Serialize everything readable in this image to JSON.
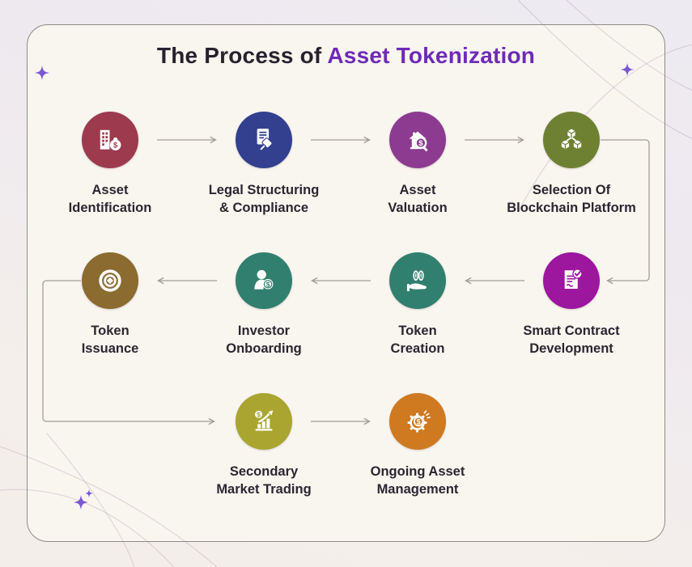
{
  "title": {
    "prefix": "The Process of ",
    "highlight": "Asset Tokenization",
    "highlight_color": "#6e2ab8",
    "text_color": "#27222e"
  },
  "glyphs": {
    "dollar": "$"
  },
  "steps": [
    {
      "id": "asset-identification",
      "line1": "Asset",
      "line2": "Identification",
      "color": "#9D3A4D",
      "icon": "building-money-bag-icon"
    },
    {
      "id": "legal-structuring-compliance",
      "line1": "Legal Structuring",
      "line2": "& Compliance",
      "color": "#32408F",
      "icon": "document-gavel-icon"
    },
    {
      "id": "asset-valuation",
      "line1": "Asset",
      "line2": "Valuation",
      "color": "#8C3B90",
      "icon": "house-magnifier-dollar-icon"
    },
    {
      "id": "selection-of-blockchain-platform",
      "line1": "Selection Of",
      "line2": "Blockchain Platform",
      "color": "#6E8132",
      "icon": "blockchain-cubes-icon"
    },
    {
      "id": "smart-contract-development",
      "line1": "Smart Contract",
      "line2": "Development",
      "color": "#9C169E",
      "icon": "contract-check-icon"
    },
    {
      "id": "token-creation",
      "line1": "Token",
      "line2": "Creation",
      "color": "#31806F",
      "icon": "hand-coins-icon"
    },
    {
      "id": "investor-onboarding",
      "line1": "Investor",
      "line2": "Onboarding",
      "color": "#31806F",
      "icon": "investor-dollar-icon"
    },
    {
      "id": "token-issuance",
      "line1": "Token",
      "line2": "Issuance",
      "color": "#8B6B30",
      "icon": "token-target-icon"
    },
    {
      "id": "secondary-market-trading",
      "line1": "Secondary",
      "line2": "Market Trading",
      "color": "#A9A530",
      "icon": "growth-chart-dollar-icon"
    },
    {
      "id": "ongoing-asset-management",
      "line1": "Ongoing Asset",
      "line2": "Management",
      "color": "#CF7A20",
      "icon": "gear-dollar-icon"
    }
  ],
  "flow": {
    "connector_color": "#A39D97",
    "direction_row1": "left-to-right",
    "direction_row2": "right-to-left",
    "direction_row3": "left-to-right"
  },
  "decorations": {
    "sparkle_color": "#7a58d0"
  }
}
